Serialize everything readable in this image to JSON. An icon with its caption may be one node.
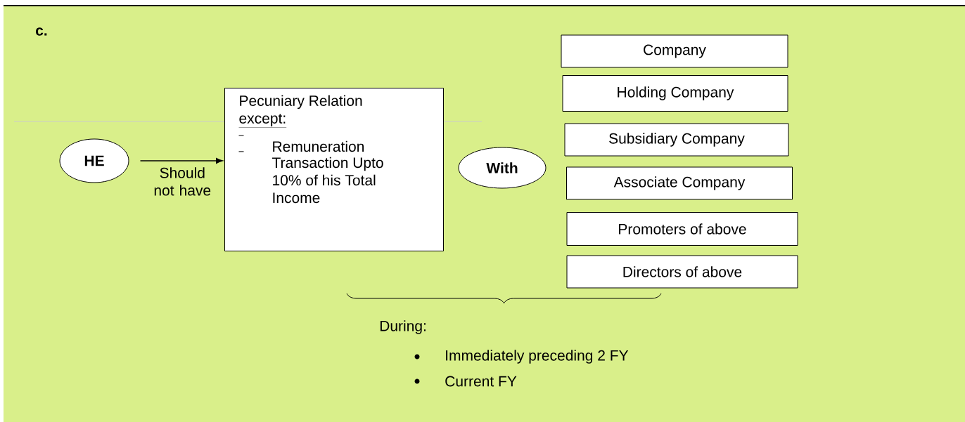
{
  "diagram": {
    "nodes": [
      {
        "text": [
          "HE"
        ]
      },
      {
        "text": [
          "Pecuniary Relation",
          "except:",
          "Remuneration",
          "Transaction Upto 10% of his Total Income"
        ]
      },
      {
        "text": [
          "With"
        ]
      },
      {
        "text": [
          "Company"
        ]
      },
      {
        "text": [
          "Holding Company"
        ]
      },
      {
        "text": [
          "Subsidiary Company"
        ]
      },
      {
        "text": [
          "Associate Company"
        ]
      },
      {
        "text": [
          "Promoters of above"
        ]
      },
      {
        "text": [
          "Directors of above"
        ]
      }
    ],
    "edges": [
      {
        "from": 0,
        "to": 1,
        "arrow": "to",
        "label": "Should not have"
      }
    ],
    "labels": [
      "c.",
      "During:",
      "Immediately preceding 2 FY",
      "Current FY"
    ]
  }
}
